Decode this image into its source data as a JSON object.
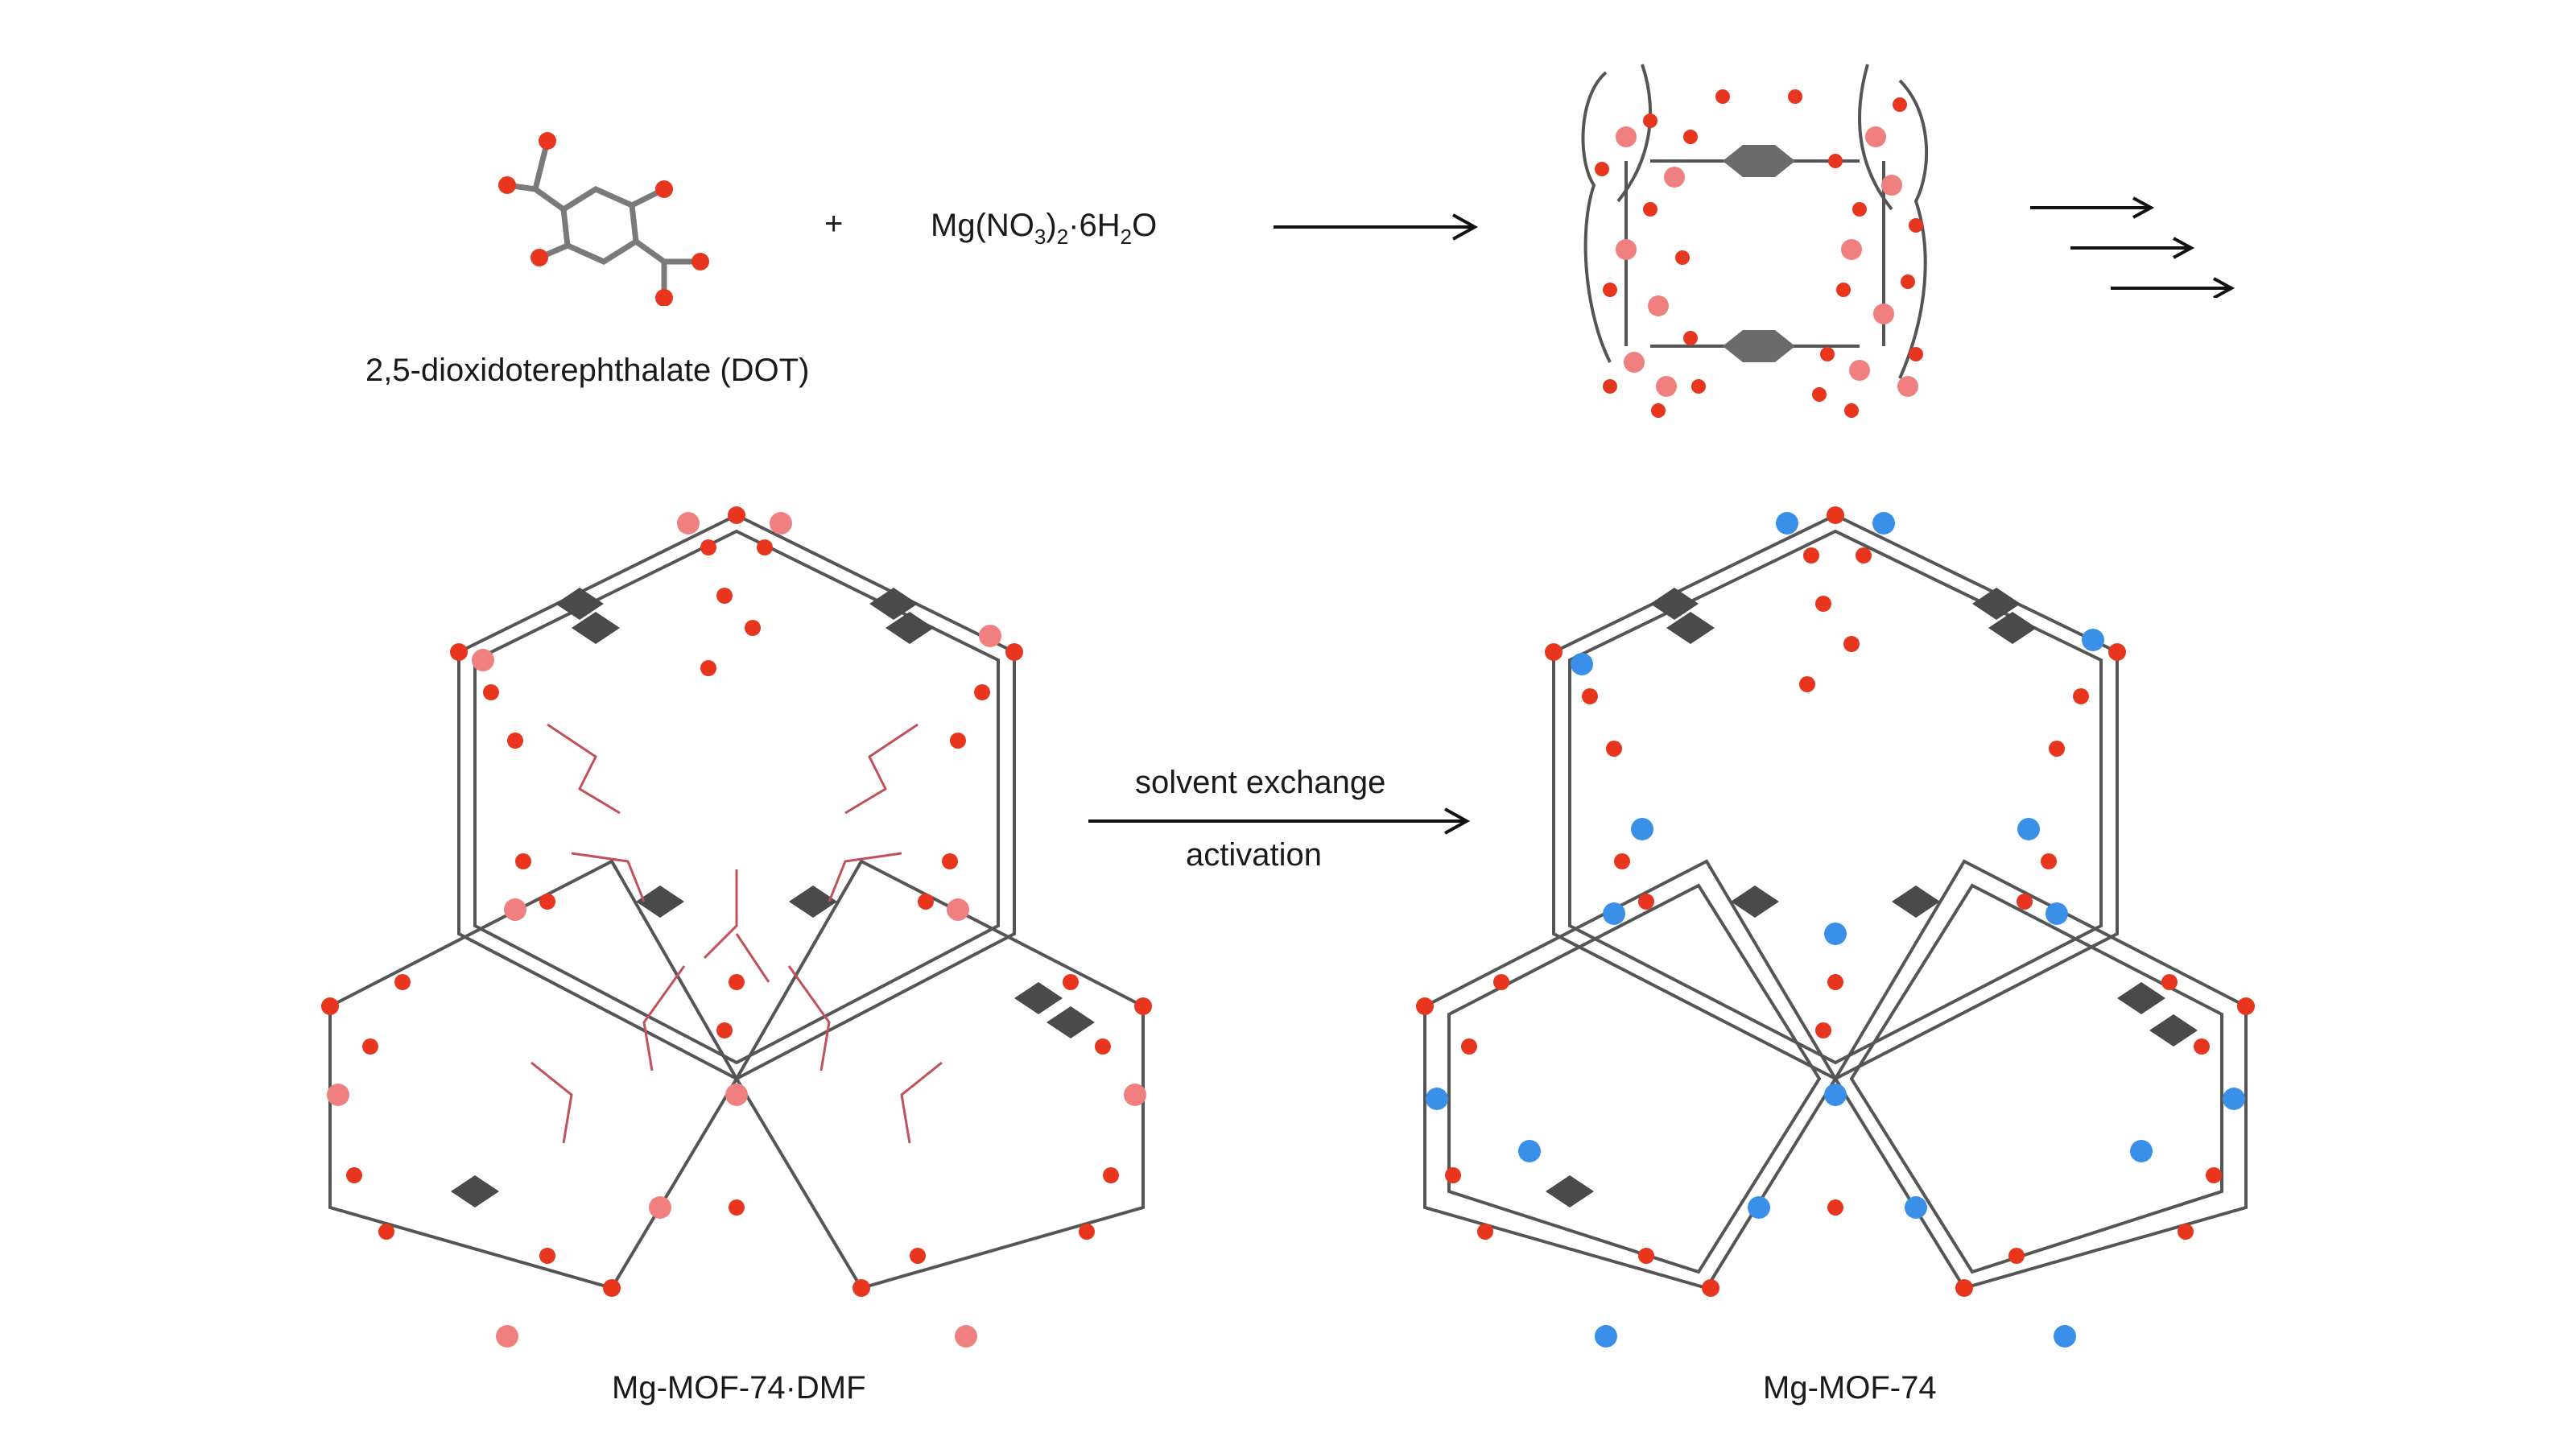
{
  "reaction": {
    "ligand_label": "2,5-dioxidoterephthalate (DOT)",
    "plus": "+",
    "salt": {
      "prefix": "Mg(NO",
      "sub1": "3",
      "mid": ")",
      "sub2": "2",
      "suffix1": "·6H",
      "sub3": "2",
      "suffix2": "O"
    }
  },
  "exchange": {
    "line1": "solvent exchange",
    "line2": "activation"
  },
  "products": {
    "solvated_label": "Mg-MOF-74·DMF",
    "activated_label": "Mg-MOF-74"
  },
  "colors": {
    "oxygen": "#e8361e",
    "magnesium_solvated": "#f08080",
    "magnesium_activated": "#3a8fe8",
    "carbon": "#555555",
    "ring": "#4a4a4a",
    "dmf": "#c0505a"
  }
}
